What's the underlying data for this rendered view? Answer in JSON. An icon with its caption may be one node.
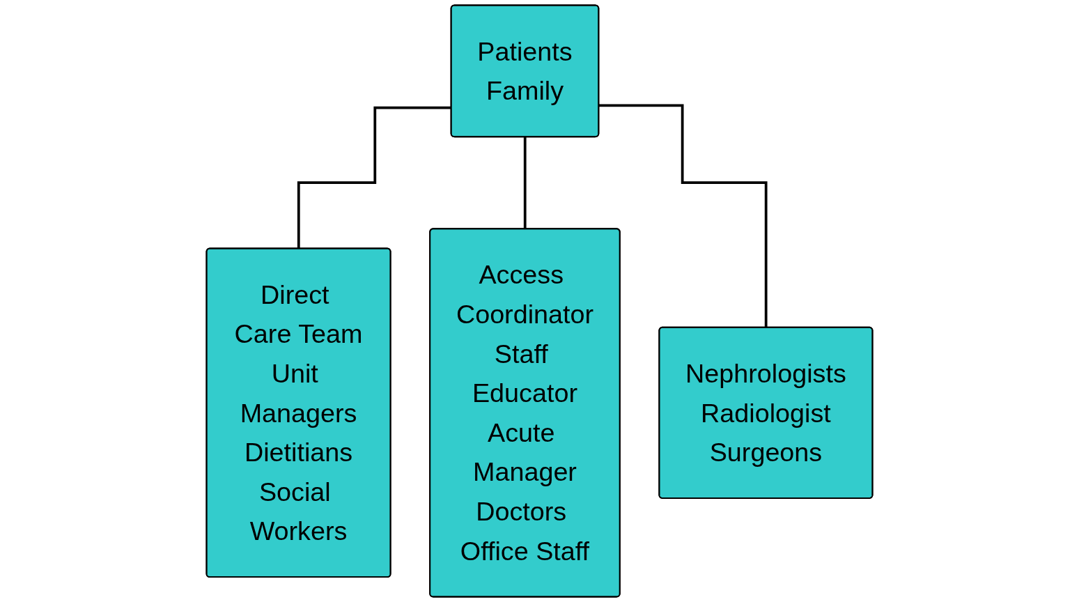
{
  "diagram": {
    "nodes": [
      {
        "text": [
          "Patients",
          "Family"
        ]
      },
      {
        "text": [
          "Direct Care Team",
          "Unit Managers",
          "Dietitians",
          "Social Workers"
        ]
      },
      {
        "text": [
          "Access Coordinator",
          "Staff Educator",
          "Acute Manager",
          "Doctors Office Staff"
        ]
      },
      {
        "text": [
          "Nephrologists",
          "Radiologist",
          "Surgeons"
        ]
      }
    ],
    "edges": [
      {
        "from": 0,
        "to": 1,
        "arrow": "none"
      },
      {
        "from": 0,
        "to": 2,
        "arrow": "none"
      },
      {
        "from": 0,
        "to": 3,
        "arrow": "none"
      }
    ]
  }
}
